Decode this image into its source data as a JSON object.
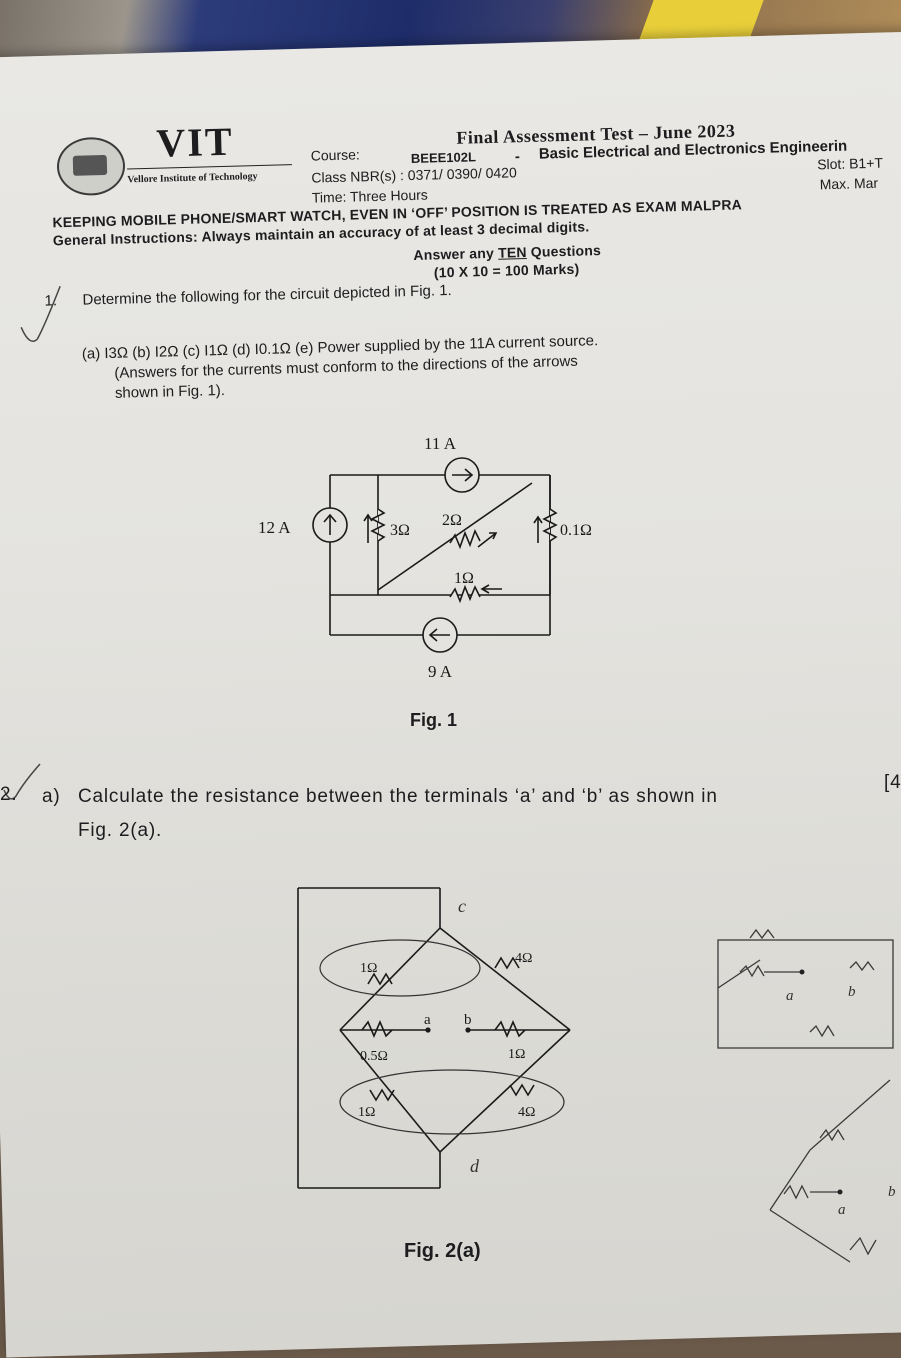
{
  "header": {
    "logo_text": "VIT",
    "institute": "Vellore Institute of Technology",
    "exam_title": "Final Assessment Test – June 2023",
    "course_label": "Course:",
    "course_code": "BEEE102L",
    "course_dash": "-",
    "course_name": "Basic Electrical and Electronics Engineerin",
    "class_nbr": "Class NBR(s) : 0371/ 0390/ 0420",
    "slot": "Slot: B1+T",
    "time": "Time: Three Hours",
    "max_marks": "Max. Mar",
    "warning": "KEEPING MOBILE PHONE/SMART WATCH, EVEN IN ‘OFF’ POSITION IS TREATED AS EXAM MALPRA",
    "instructions": "General Instructions: Always maintain an accuracy of at least 3 decimal digits.",
    "answer_prefix": "Answer any",
    "answer_ten": "TEN",
    "answer_suffix": "Questions",
    "marks_line": "(10 X 10 = 100 Marks)"
  },
  "q1": {
    "number": "1.",
    "text": "Determine the following for the circuit depicted in Fig. 1.",
    "part_a_line1": "(a) I3Ω (b) I2Ω (c) I1Ω (d) I0.1Ω (e) Power supplied by the 11A current source.",
    "part_a_line2": "(Answers for the currents must conform to the directions of the arrows",
    "part_a_line3": "shown in Fig. 1).",
    "fig_caption": "Fig. 1",
    "labels": {
      "src_top": "11 A",
      "src_left": "12 A",
      "src_bottom": "9 A",
      "r3": "3Ω",
      "r2": "2Ω",
      "r1": "1Ω",
      "r01": "0.1Ω"
    }
  },
  "q2": {
    "number": "2.",
    "part": "a)",
    "text_line1": "Calculate the resistance between the terminals ‘a’ and ‘b’ as shown in",
    "text_line2": "Fig. 2(a).",
    "marks_fragment": "[4",
    "fig_caption": "Fig. 2(a)",
    "labels": {
      "r_tl": "1Ω",
      "r_tr": "4Ω",
      "r_ml": "0.5Ω",
      "r_mr": "1Ω",
      "r_bl": "1Ω",
      "r_br": "4Ω",
      "node_a": "a",
      "node_b": "b",
      "node_c": "c",
      "node_d": "d"
    }
  },
  "margin_notes": {
    "a1": "a",
    "b1": "b",
    "a2": "a",
    "b2": "b"
  }
}
